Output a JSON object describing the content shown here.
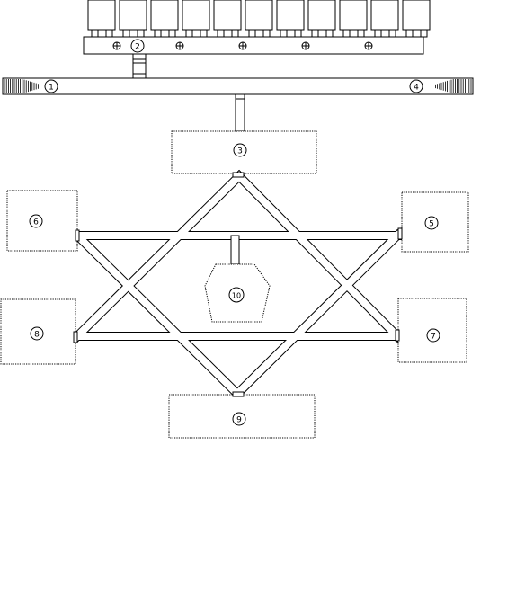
{
  "map": {
    "title": "",
    "labels": {
      "room_1": "1",
      "room_2": "2",
      "room_3": "3",
      "room_4": "4",
      "room_5": "5",
      "room_6": "6",
      "room_7": "7",
      "room_8": "8",
      "room_9": "9",
      "room_10": "10"
    },
    "upper_cell_count": 11,
    "grate_count": 6,
    "colors": {
      "ink": "#000000",
      "background": "#ffffff"
    }
  }
}
